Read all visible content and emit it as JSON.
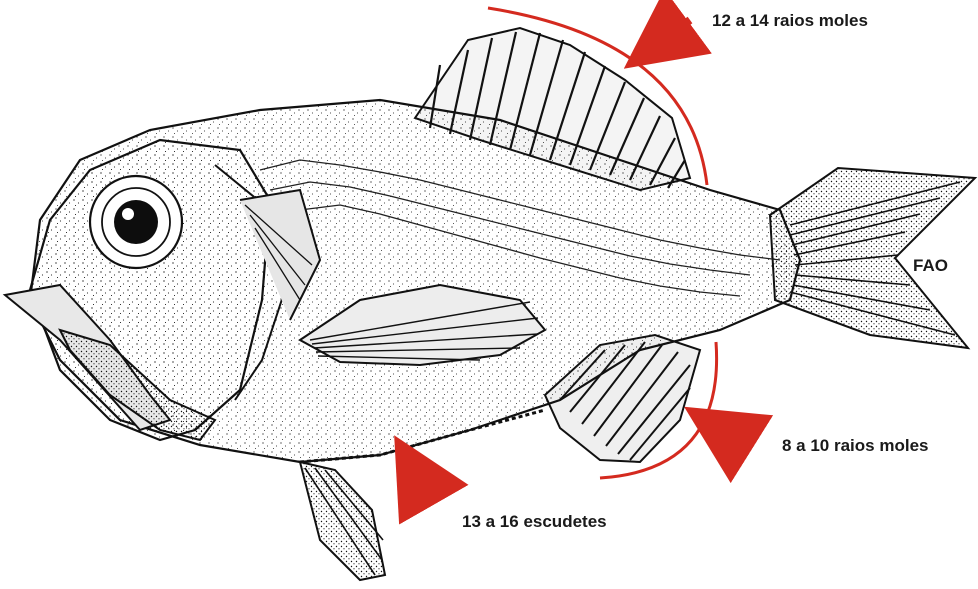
{
  "annotations": {
    "dorsal_rays": "12 a 14 raios moles",
    "anal_rays": "8 a 10 raios moles",
    "ventral_scutes": "13 a 16 escudetes"
  },
  "credit": "FAO",
  "colors": {
    "annotation_red": "#d42a1f",
    "ink": "#111111",
    "background": "#ffffff"
  }
}
